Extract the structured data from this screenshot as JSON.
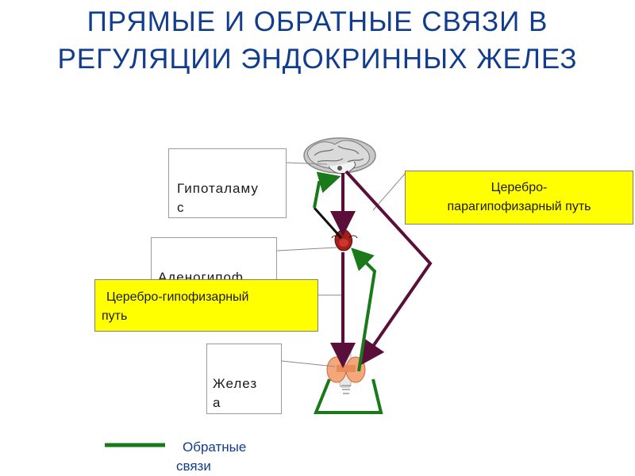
{
  "title": "ПРЯМЫЕ И ОБРАТНЫЕ СВЯЗИ В РЕГУЛЯЦИИ ЭНДОКРИННЫХ ЖЕЛЕЗ",
  "boxes": {
    "hypothalamus": [
      "Гипоталаму",
      "с"
    ],
    "adenohypophysis": [
      "Аденогипоф"
    ],
    "gland": [
      "Желез",
      "а"
    ]
  },
  "callouts": {
    "cerebro_paragipofizar": [
      "Церебро-",
      "парагипофизарный путь"
    ],
    "cerebro_gipofizar": [
      "Церебро-гипофизарный",
      "путь"
    ]
  },
  "legend": {
    "label": "Обратные связи"
  },
  "colors": {
    "title": "#123c8c",
    "direct_pathway": "#5a0f3a",
    "feedback": "#1a7a1a",
    "callout_fill": "#ffff00",
    "legend_text": "#123c8c"
  },
  "icons": [
    "brain-icon",
    "pituitary-gland-icon",
    "thyroid-gland-icon"
  ]
}
